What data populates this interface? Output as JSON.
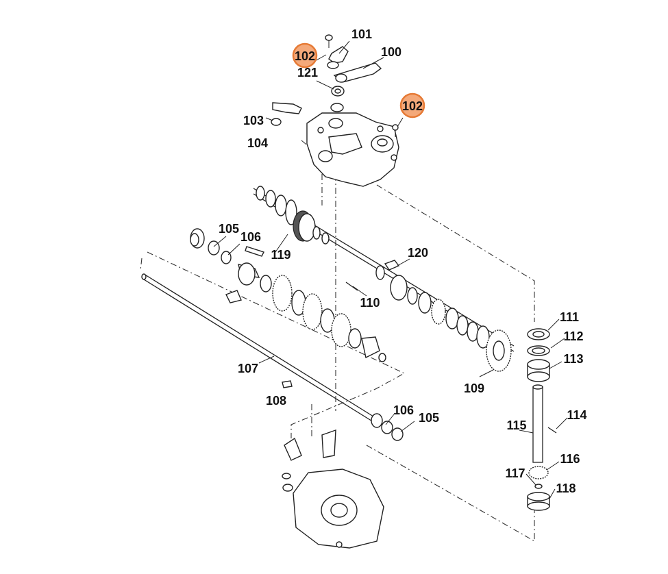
{
  "highlight_color": "#f4a97a",
  "highlight_stroke": "#e67a35",
  "labels": {
    "p100": "100",
    "p101": "101",
    "p102a": "102",
    "p102b": "102",
    "p103": "103",
    "p104": "104",
    "p105a": "105",
    "p105b": "105",
    "p106a": "106",
    "p106b": "106",
    "p107": "107",
    "p108": "108",
    "p109": "109",
    "p110": "110",
    "p111": "111",
    "p112": "112",
    "p113": "113",
    "p114": "114",
    "p115": "115",
    "p116": "116",
    "p117": "117",
    "p118": "118",
    "p119": "119",
    "p120": "120",
    "p121": "121"
  }
}
